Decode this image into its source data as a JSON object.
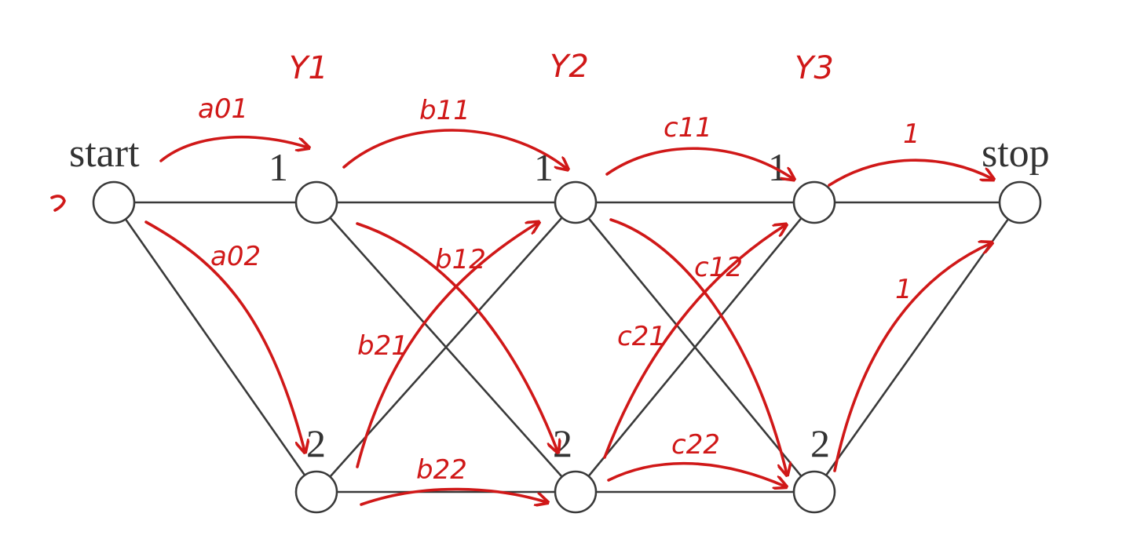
{
  "nodes": {
    "start": "start",
    "stop": "stop",
    "y1_state1": "1",
    "y1_state2": "2",
    "y2_state1": "1",
    "y2_state2": "2",
    "y3_state1": "1",
    "y3_state2": "2"
  },
  "annotations": {
    "y1": "Y1",
    "y2": "Y2",
    "y3": "Y3",
    "a01": "a01",
    "a02": "a02",
    "b11": "b11",
    "b12": "b12",
    "b21": "b21",
    "b22": "b22",
    "c11": "c11",
    "c12": "c12",
    "c21": "c21",
    "c22": "c22",
    "to_stop_1": "1",
    "to_stop_2": "1"
  },
  "colors": {
    "graph": "#3a3a3a",
    "annotation": "#d01818",
    "background": "#ffffff"
  }
}
